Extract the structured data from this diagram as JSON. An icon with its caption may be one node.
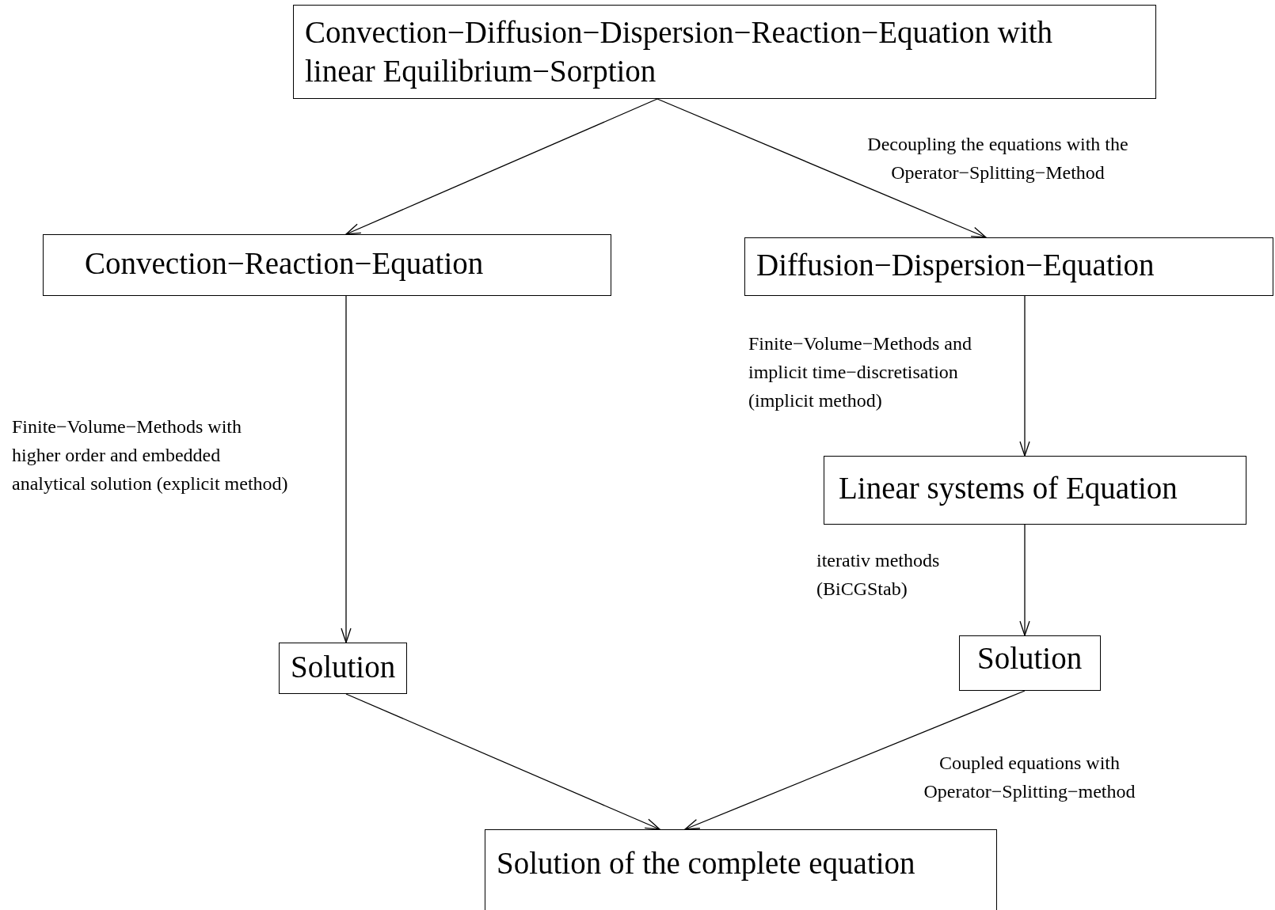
{
  "diagram": {
    "nodes": [
      {
        "text": [
          "Convection−Diffusion−Dispersion−Reaction−Equation with linear Equilibrium−Sorption"
        ]
      },
      {
        "text": [
          "Convection−Reaction−Equation"
        ]
      },
      {
        "text": [
          "Diffusion−Dispersion−Equation"
        ]
      },
      {
        "text": [
          "Linear systems of Equation"
        ]
      },
      {
        "text": [
          "Solution"
        ]
      },
      {
        "text": [
          "Solution"
        ]
      },
      {
        "text": [
          "Solution of the complete equation"
        ]
      }
    ],
    "edges": [
      {
        "from": 0,
        "to": 1,
        "arrow": "to"
      },
      {
        "from": 0,
        "to": 2,
        "arrow": "to",
        "label": "Decoupling the equations with the Operator−Splitting−Method"
      },
      {
        "from": 1,
        "to": 4,
        "arrow": "to",
        "label": "Finite−Volume−Methods with higher order and embedded analytical solution (explicit method)"
      },
      {
        "from": 2,
        "to": 3,
        "arrow": "to",
        "label": "Finite−Volume−Methods and implicit time−discretisation (implicit method)"
      },
      {
        "from": 3,
        "to": 5,
        "arrow": "to",
        "label": "iterativ methods (BiCGStab)"
      },
      {
        "from": 4,
        "to": 6,
        "arrow": "to"
      },
      {
        "from": 5,
        "to": 6,
        "arrow": "to",
        "label": "Coupled equations with Operator−Splitting−method"
      }
    ]
  }
}
